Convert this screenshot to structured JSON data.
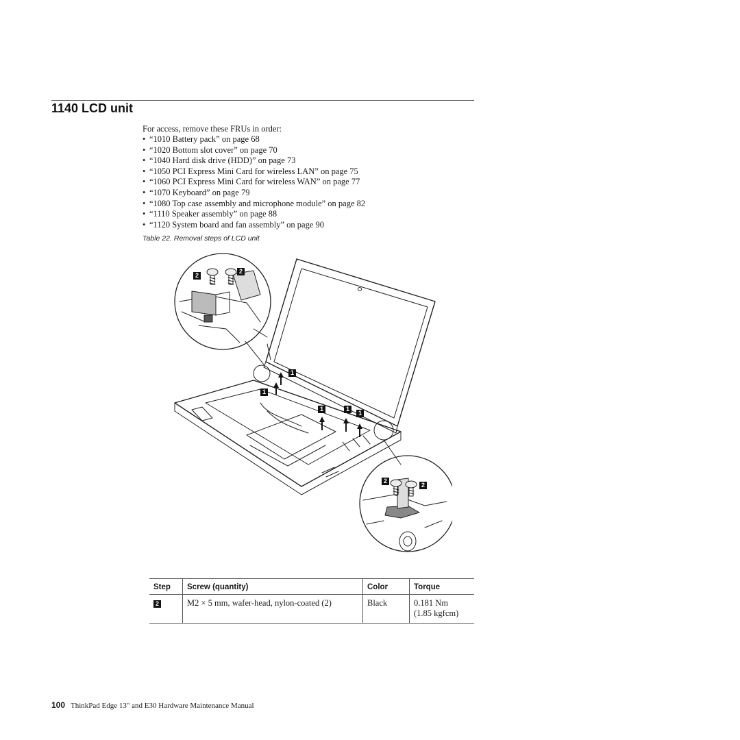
{
  "section": {
    "title": "1140 LCD unit"
  },
  "intro": "For access, remove these FRUs in order:",
  "fru_list": [
    "“1010 Battery pack” on page 68",
    "“1020 Bottom slot cover” on page 70",
    "“1040 Hard disk drive (HDD)” on page 73",
    "“1050 PCI Express Mini Card for wireless LAN” on page 75",
    "“1060 PCI Express Mini Card for wireless WAN” on page 77",
    "“1070 Keyboard” on page 79",
    "“1080 Top case assembly and microphone module” on page 82",
    "“1110 Speaker assembly” on page 88",
    "“1120 System board and fan assembly” on page 90"
  ],
  "bullet": "•",
  "caption": "Table 22. Removal steps of LCD unit",
  "figure": {
    "callout_1": "1",
    "callout_2": "2"
  },
  "screw_table": {
    "headers": [
      "Step",
      "Screw (quantity)",
      "Color",
      "Torque"
    ],
    "rows": [
      {
        "step": "2",
        "screw": "M2 × 5 mm, wafer-head, nylon-coated (2)",
        "color": "Black",
        "torque_line1": "0.181 Nm",
        "torque_line2": "(1.85 kgfcm)"
      }
    ]
  },
  "footer": {
    "page_number": "100",
    "text": "ThinkPad Edge 13\" and E30 Hardware Maintenance Manual"
  }
}
